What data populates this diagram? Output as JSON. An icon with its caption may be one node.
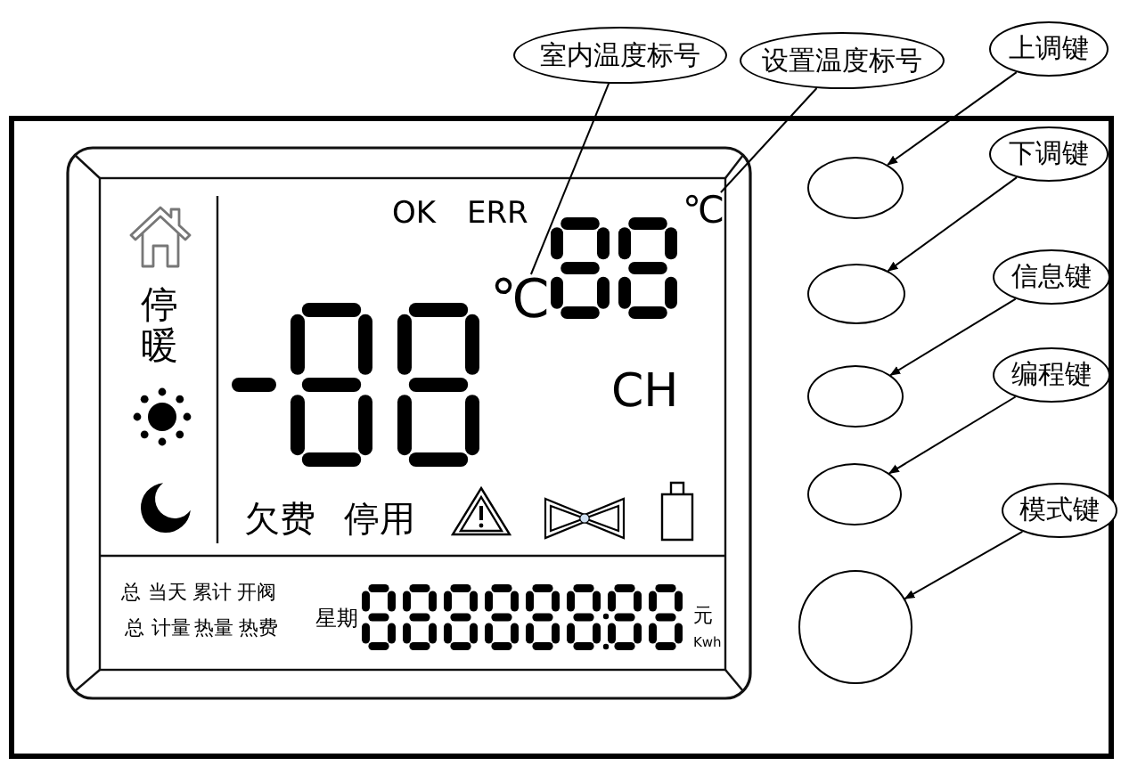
{
  "diagram": {
    "nodes": [
      {
        "text": [
          "室内温度标号"
        ]
      },
      {
        "text": [
          "设置温度标号"
        ]
      },
      {
        "text": [
          "上调键"
        ]
      },
      {
        "text": [
          "下调键"
        ]
      },
      {
        "text": [
          "信息键"
        ]
      },
      {
        "text": [
          "编程键"
        ]
      },
      {
        "text": [
          "模式键"
        ]
      },
      {
        "text": [
          "℃"
        ]
      },
      {
        "text": [
          "℃"
        ]
      },
      {
        "text": [],
        "shape": "ellipse"
      },
      {
        "text": [],
        "shape": "ellipse"
      },
      {
        "text": [],
        "shape": "ellipse"
      },
      {
        "text": [],
        "shape": "ellipse"
      },
      {
        "text": [],
        "shape": "circle"
      }
    ],
    "edges": [
      {
        "from": 0,
        "to": 8,
        "arrow": "none"
      },
      {
        "from": 1,
        "to": 7,
        "arrow": "none"
      },
      {
        "from": 2,
        "to": 9,
        "arrow": "to"
      },
      {
        "from": 3,
        "to": 10,
        "arrow": "to"
      },
      {
        "from": 4,
        "to": 11,
        "arrow": "to"
      },
      {
        "from": 5,
        "to": 12,
        "arrow": "to"
      },
      {
        "from": 6,
        "to": 13,
        "arrow": "to"
      }
    ],
    "labels": [
      "OK",
      "ERR",
      "停暖",
      "CH",
      "欠费",
      "停用",
      "总",
      "当天",
      "累计",
      "开阀",
      "总",
      "计量",
      "热量",
      "热费",
      "星期",
      "元",
      "Kwh"
    ]
  }
}
